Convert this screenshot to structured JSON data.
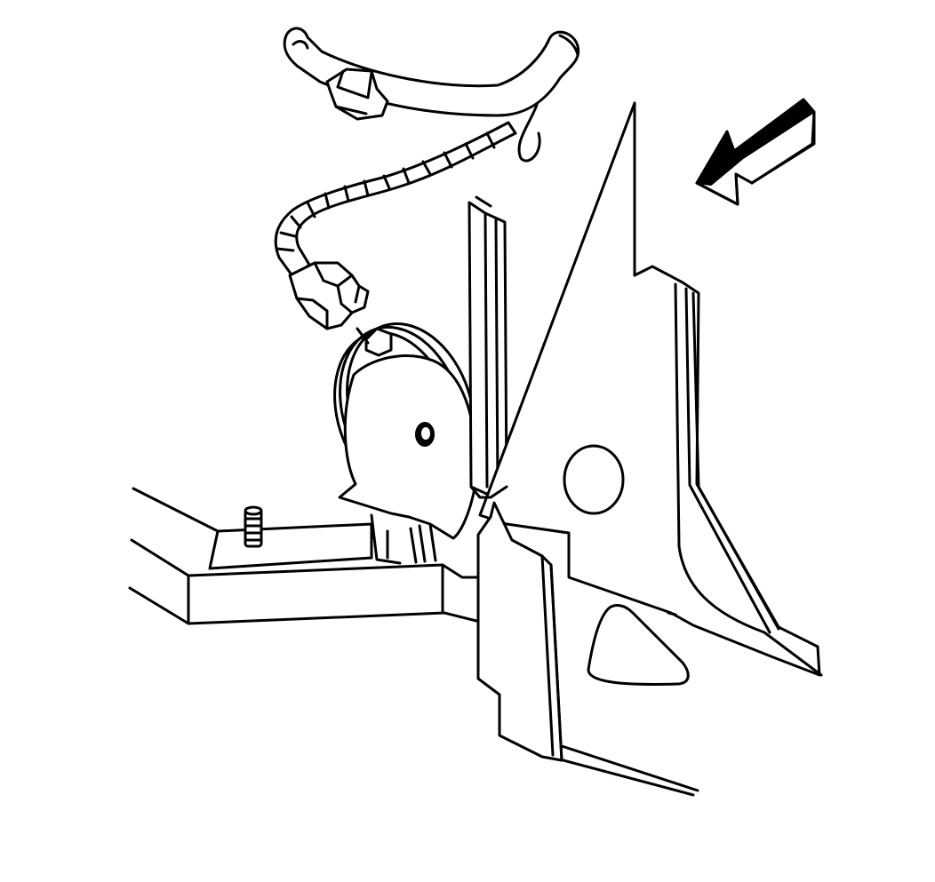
{
  "diagram": {
    "style": "black line art on white",
    "stroke_color": "#000000",
    "background_color": "#ffffff",
    "components": [
      "wiring-harness",
      "harness-clip",
      "electrical-connector",
      "horn",
      "mounting-stud",
      "support-bracket",
      "radiator-support-panel",
      "view-arrow"
    ]
  }
}
